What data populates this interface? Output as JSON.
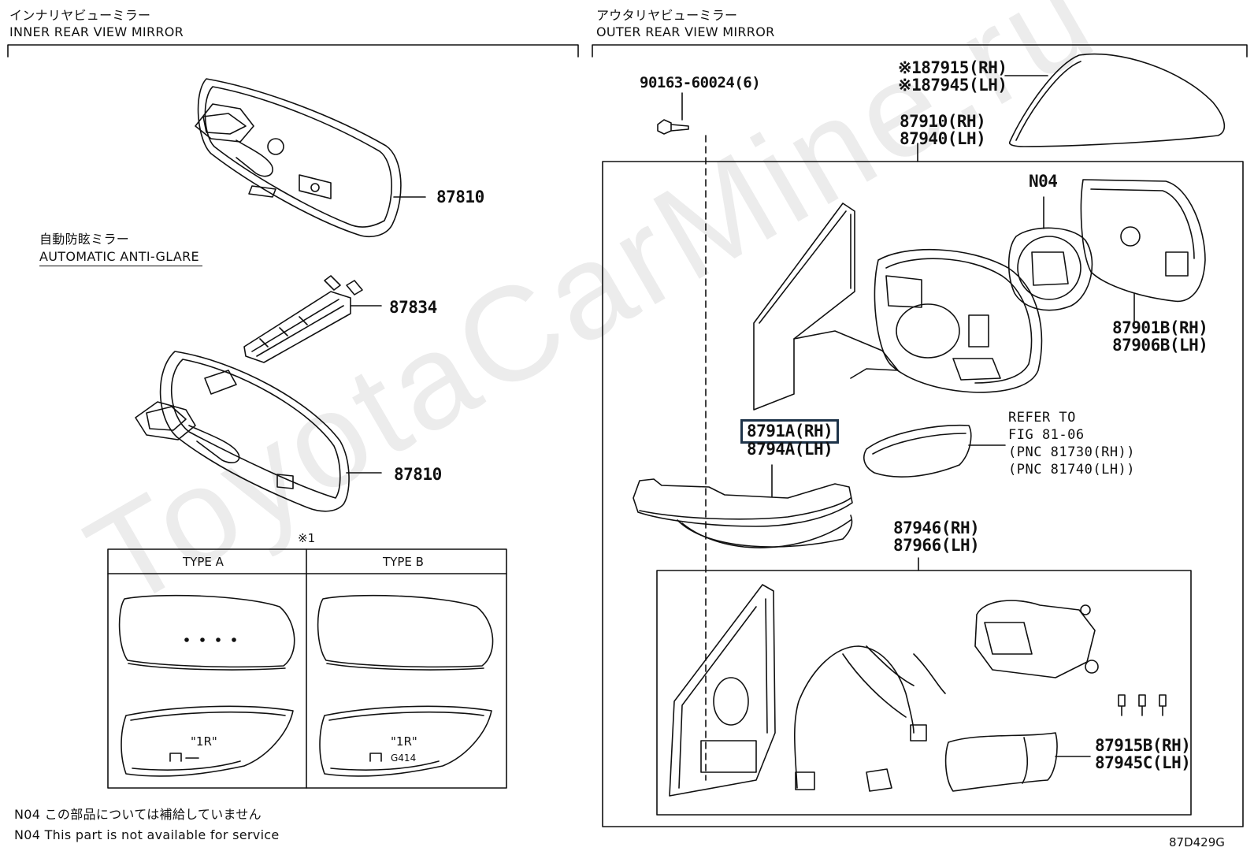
{
  "inner": {
    "title_jp": "インナリヤビューミラー",
    "title_en": "INNER REAR VIEW MIRROR",
    "anti_glare_jp": "自動防眩ミラー",
    "anti_glare_en": "AUTOMATIC ANTI-GLARE",
    "parts": [
      "87810",
      "87834",
      "87810"
    ]
  },
  "inset": {
    "mark": "※1",
    "type_a": "TYPE A",
    "type_b": "TYPE B",
    "label_1r_a": "\"1R\"",
    "label_1r_b": "\"1R\"",
    "code_b": "G414"
  },
  "notes": {
    "n04_jp": "N04 この部品については補給していません",
    "n04_en": "N04 This part is not available for service"
  },
  "outer": {
    "title_jp": "アウタリヤビューミラー",
    "title_en": "OUTER REAR VIEW MIRROR",
    "bolt": "90163-60024(6)",
    "cover_rh": "※187915(RH)",
    "cover_lh": "※187945(LH)",
    "assy_rh": "87910(RH)",
    "assy_lh": "87940(LH)",
    "n04": "N04",
    "glass_rh": "87901B(RH)",
    "glass_lh": "87906B(LH)",
    "selected_rh": "8791A(RH)",
    "selected_lh": "8794A(LH)",
    "refer_1": "REFER TO",
    "refer_2": "FIG 81-06",
    "refer_3": "(PNC 81730(RH))",
    "refer_4": "(PNC 81740(LH))",
    "sub_rh": "87946(RH)",
    "sub_lh": "87966(LH)",
    "cap_rh": "87915B(RH)",
    "cap_lh": "87945C(LH)"
  },
  "footer": {
    "code": "87D429G"
  },
  "watermark": "ToyotaCarMine.ru"
}
